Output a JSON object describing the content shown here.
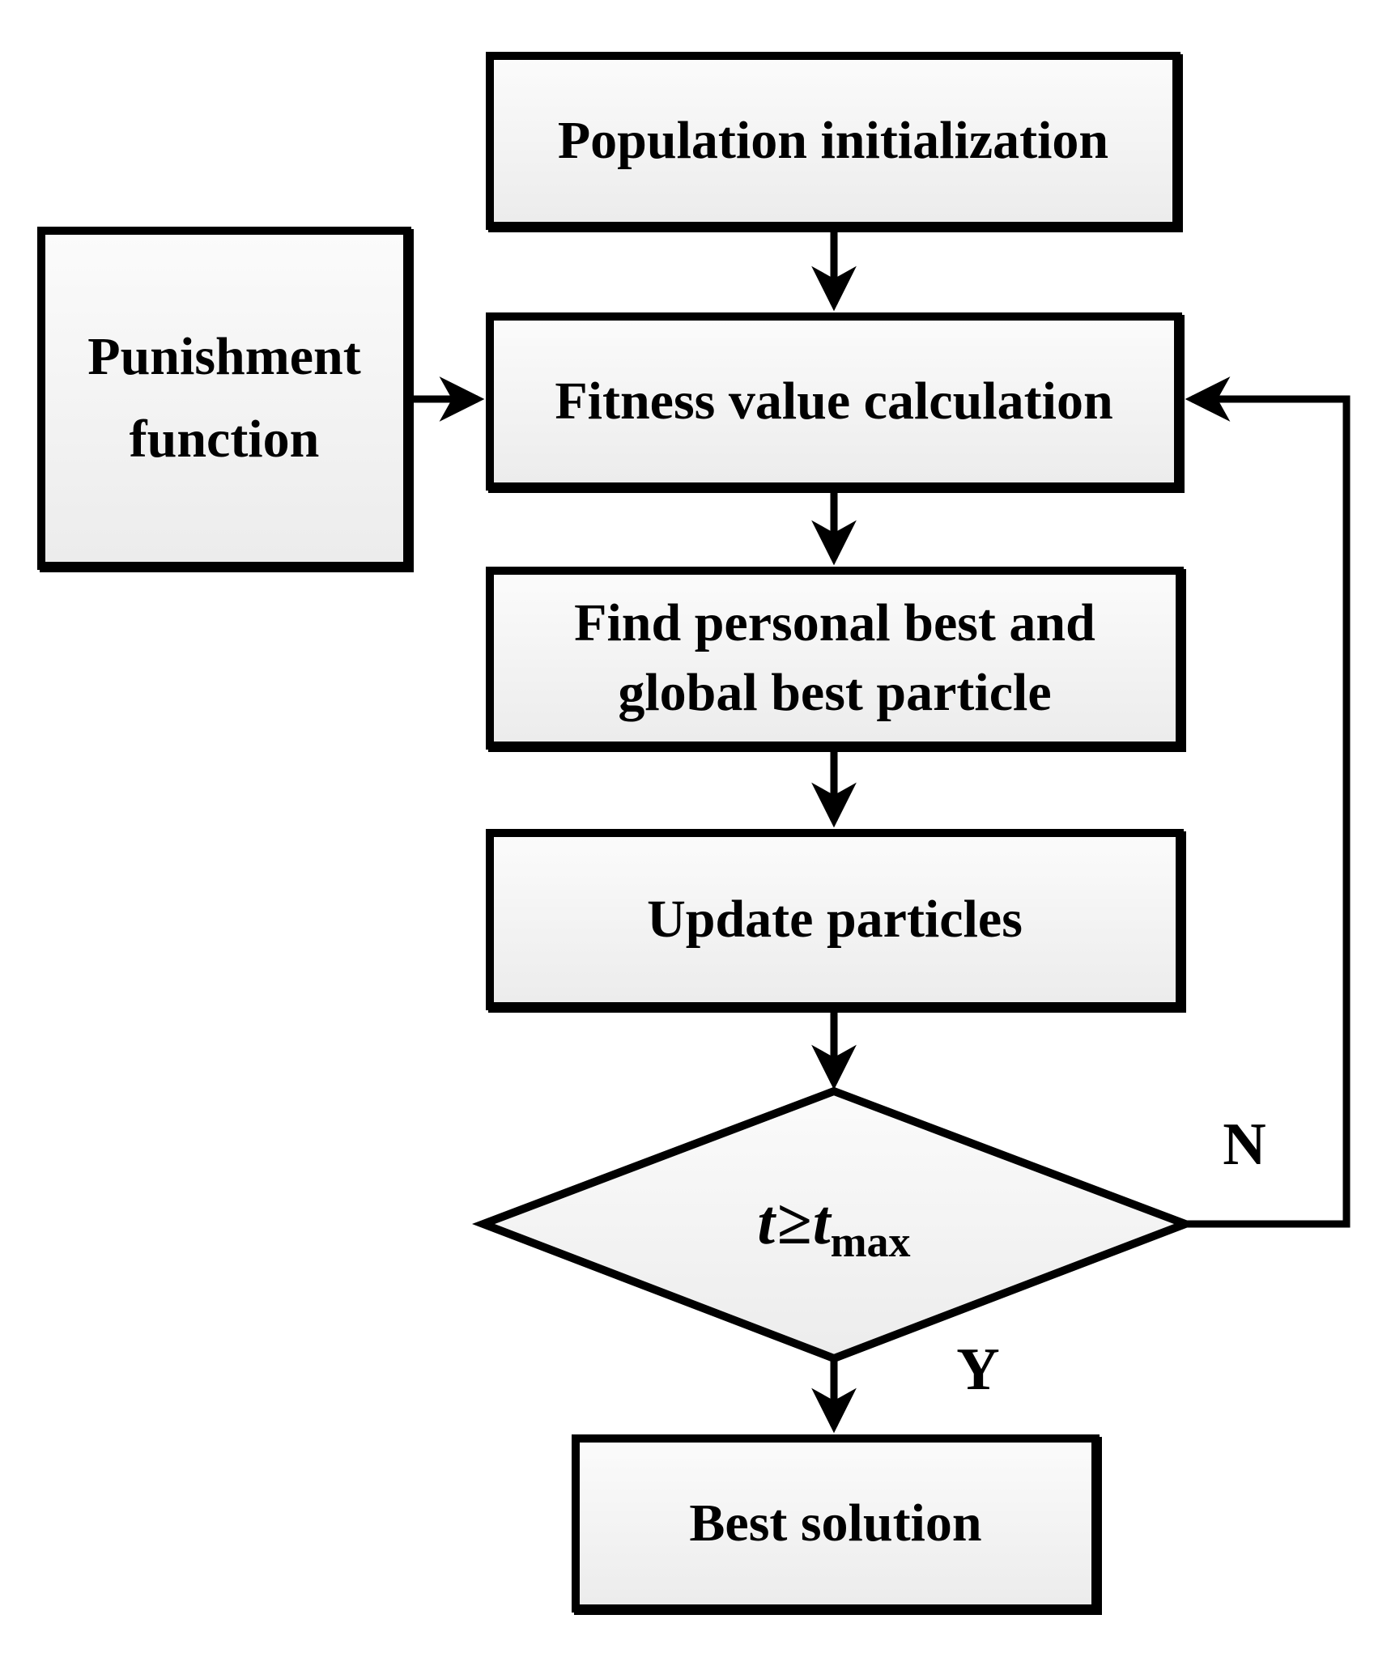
{
  "figure": {
    "type": "flowchart",
    "background_color": "#ffffff",
    "line_color": "#000000",
    "node_fill_top": "#fbfbfb",
    "node_fill_bottom": "#ececec"
  },
  "nodes": {
    "population": {
      "label": "Population initialization"
    },
    "punishment": {
      "line1": "Punishment",
      "line2": "function"
    },
    "fitness": {
      "label": "Fitness value calculation"
    },
    "find_best": {
      "line1": "Find personal best and",
      "line2": "global best particle"
    },
    "update": {
      "label": "Update particles"
    },
    "decision": {
      "var1": "t",
      "operator": "≥",
      "var2": "t",
      "subscript": "max"
    },
    "best_solution": {
      "label": "Best solution"
    }
  },
  "edge_labels": {
    "no": "N",
    "yes": "Y"
  }
}
